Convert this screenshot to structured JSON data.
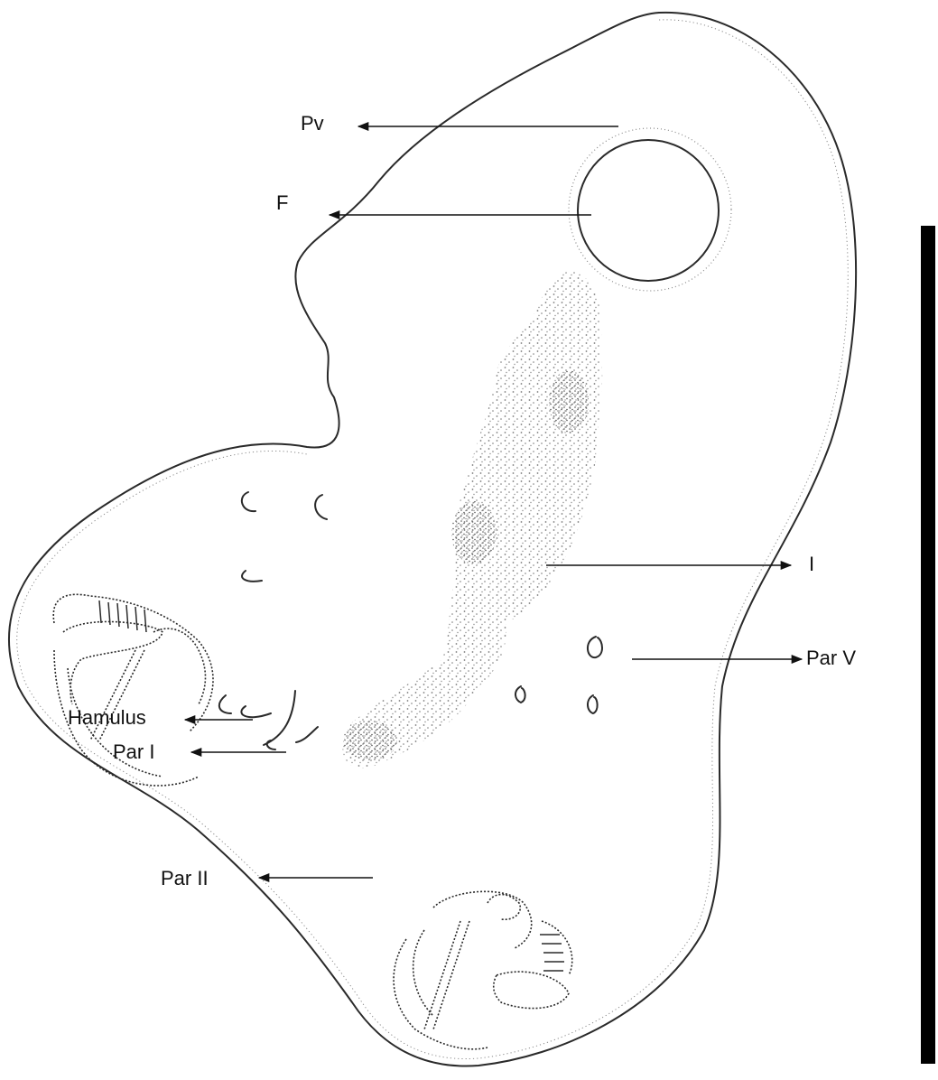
{
  "labels": {
    "pv": "Pv",
    "f": "F",
    "i": "I",
    "par_v": "Par V",
    "hamulus": "Hamulus",
    "par_i": "Par I",
    "par_ii": "Par II"
  },
  "colors": {
    "outline": "#2a2a2a",
    "stipple": "#6a6a6a",
    "ink": "#111111",
    "background": "#ffffff"
  }
}
